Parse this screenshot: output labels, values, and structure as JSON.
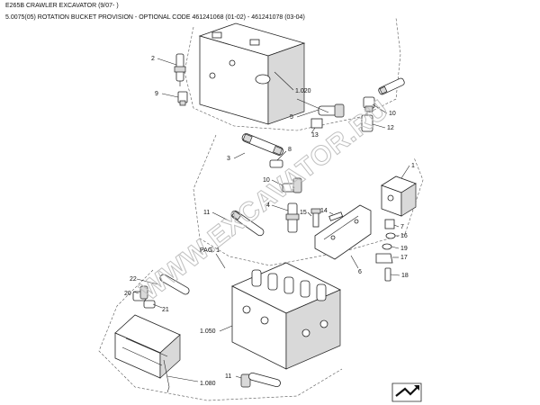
{
  "header": {
    "title": "E265B CRAWLER EXCAVATOR (9/07- )",
    "subtitle": "5.0075(05) ROTATION BUCKET PROVISION - OPTIONAL CODE 461241068 (01-02) - 461241078 (03-04)"
  },
  "watermark": {
    "text": "WWW.EXCAVATOR.RU"
  },
  "icons": {
    "corner": "bookmark-arrow-icon"
  },
  "callouts": [
    {
      "id": "c-2",
      "text": "2"
    },
    {
      "id": "c-9",
      "text": "9"
    },
    {
      "id": "c-1020",
      "text": "1.020"
    },
    {
      "id": "c-5",
      "text": "5"
    },
    {
      "id": "c-13",
      "text": "13"
    },
    {
      "id": "c-10a",
      "text": "10"
    },
    {
      "id": "c-12",
      "text": "12"
    },
    {
      "id": "c-8",
      "text": "8"
    },
    {
      "id": "c-3",
      "text": "3"
    },
    {
      "id": "c-10b",
      "text": "10"
    },
    {
      "id": "c-1",
      "text": "1"
    },
    {
      "id": "c-4",
      "text": "4"
    },
    {
      "id": "c-15",
      "text": "15"
    },
    {
      "id": "c-14",
      "text": "14"
    },
    {
      "id": "c-11a",
      "text": "11"
    },
    {
      "id": "c-7",
      "text": "7"
    },
    {
      "id": "c-16",
      "text": "16"
    },
    {
      "id": "c-19",
      "text": "19"
    },
    {
      "id": "c-17",
      "text": "17"
    },
    {
      "id": "c-pag1",
      "text": "PAG. 1"
    },
    {
      "id": "c-6",
      "text": "6"
    },
    {
      "id": "c-18",
      "text": "18"
    },
    {
      "id": "c-22",
      "text": "22"
    },
    {
      "id": "c-20",
      "text": "20"
    },
    {
      "id": "c-21",
      "text": "21"
    },
    {
      "id": "c-1050",
      "text": "1.050"
    },
    {
      "id": "c-1080",
      "text": "1.080"
    },
    {
      "id": "c-11b",
      "text": "11"
    }
  ]
}
